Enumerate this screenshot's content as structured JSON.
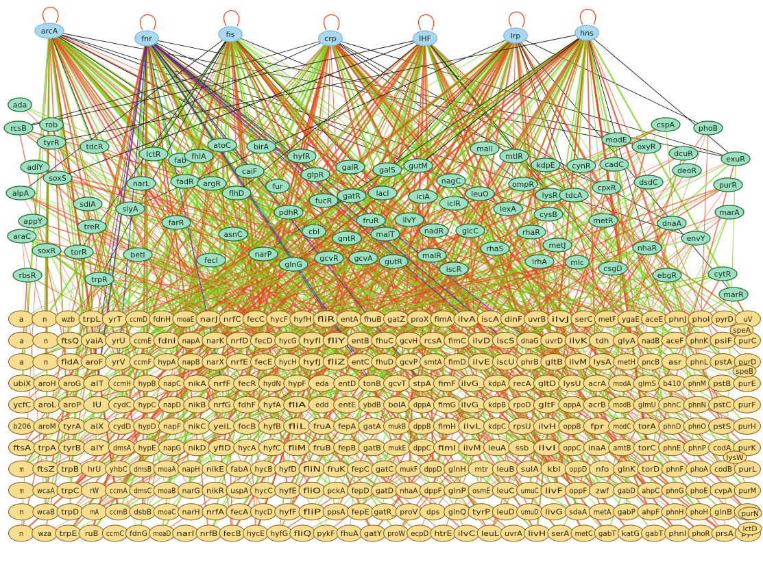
{
  "colors": {
    "activation_edge": "#7cd11d",
    "repression_edge": "#e5481f",
    "dual_edge": "#2b2fc4",
    "other_edge": "#1a1a1a",
    "global_regulator_fill": "#a9d8f0",
    "regulator_fill": "#9fe0c5",
    "regulator_stroke": "#1f6b2c",
    "target_gene_fill": "#f7dd8f",
    "target_gene_stroke": "#7a5a12"
  },
  "global_regulators": [
    "arcA",
    "fnr",
    "fis",
    "crp",
    "IHF",
    "lrp",
    "hns"
  ],
  "regulators": [
    "ada",
    "rcsB",
    "rob",
    "tyrR",
    "adiY",
    "soxS",
    "alpA",
    "appY",
    "araC",
    "soxR",
    "rbsR",
    "tdcR",
    "lctR",
    "fab",
    "fhlA",
    "atoC",
    "birA",
    "hyfR",
    "caiF",
    "fadR",
    "argR",
    "narL",
    "sdiA",
    "slyA",
    "treR",
    "torR",
    "betI",
    "trpR",
    "farR",
    "flhD",
    "fur",
    "pdhR",
    "asnC",
    "fecI",
    "cbl",
    "narP",
    "glnG",
    "glpR",
    "galR",
    "galS",
    "gutM",
    "fucR",
    "gatR",
    "lacI",
    "fruR",
    "gntR",
    "gcvR",
    "gcvA",
    "gutR",
    "malT",
    "ilvY",
    "iciA",
    "iclR",
    "nadR",
    "malR",
    "mall",
    "mtlR",
    "nagC",
    "leuO",
    "kdpE",
    "cynR",
    "ompR",
    "lexA",
    "lysR",
    "glcC",
    "cysB",
    "rhaR",
    "rhaS",
    "iscR",
    "lrhA",
    "metJ",
    "mlc",
    "tdcA",
    "modE",
    "cadC",
    "cspA",
    "oxyR",
    "dsdC",
    "cpxR",
    "metR",
    "nhaR",
    "csgD",
    "ebgR",
    "phoB",
    "dcuR",
    "deoR",
    "exuR",
    "purR",
    "marA",
    "dnaA",
    "envY",
    "cytR",
    "marR"
  ],
  "target_rows": [
    [
      "a",
      "n",
      "wzb",
      "trpL",
      "yrT",
      "ccmD",
      "fdnH",
      "moaE",
      "narJ",
      "nrfC",
      "fecC",
      "hycF",
      "hyfH",
      "fliR",
      "entA",
      "fhuB",
      "gatZ",
      "proX",
      "fimA",
      "ilvA",
      "iscA",
      "dinF",
      "uvrB",
      "ilvJ",
      "serC",
      "metF",
      "ygaE",
      "aceE",
      "phnJ",
      "phoI",
      "pyrD",
      "uV"
    ],
    [
      "a",
      "n",
      "ftsQ",
      "yaiA",
      "yrU",
      "ccmE",
      "fdnI",
      "napA",
      "narK",
      "nrfD",
      "fecD",
      "hycG",
      "hyfI",
      "fliY",
      "entB",
      "fhuC",
      "gcvH",
      "rcsA",
      "fimC",
      "ilvD",
      "iscS",
      "dnaG",
      "uvrD",
      "ilvK",
      "tdh",
      "glyA",
      "nadB",
      "aceF",
      "phnK",
      "psiF",
      "purC"
    ],
    [
      "a",
      "n",
      "fldA",
      "aroF",
      "yrV",
      "ccmF",
      "hypA",
      "napB",
      "narX",
      "nrfE",
      "fecE",
      "hycH",
      "hyfJ",
      "fliZ",
      "entC",
      "fhuD",
      "gcvP",
      "smtA",
      "fimD",
      "ilvE",
      "iscU",
      "phrB",
      "gltB",
      "ilvM",
      "lysA",
      "metH",
      "pncB",
      "asr",
      "phnL",
      "pstA",
      "purD"
    ],
    [
      "ubiX",
      "aroH",
      "aroG",
      "alT",
      "ccmH",
      "hypB",
      "napC",
      "nikA",
      "nrfF",
      "fecR",
      "hydN",
      "hypF",
      "eda",
      "entD",
      "tonB",
      "gcvT",
      "stpA",
      "fimF",
      "ilvG_",
      "kdpA",
      "recA",
      "gltD",
      "lysU",
      "acrA",
      "modA",
      "glmS",
      "b410",
      "phnM",
      "pstB",
      "purE"
    ],
    [
      "ycfC",
      "aroL",
      "aroP",
      "lU",
      "cydC",
      "hypC",
      "napD",
      "nikB",
      "nrfG",
      "fdhF",
      "hyfA",
      "fliA",
      "edd",
      "entE",
      "ybdB",
      "bolA",
      "dppA",
      "fimG",
      "ilvG_",
      "kdpB",
      "rpoD",
      "gltF",
      "oppA",
      "acrB",
      "modB",
      "glmU",
      "phnC",
      "phnN",
      "pstC",
      "purF"
    ],
    [
      "b206",
      "aroM",
      "tyrA",
      "alX",
      "cydD",
      "hypD",
      "napF",
      "nikC",
      "yeiL",
      "focB",
      "hyfB",
      "fliL",
      "fruA",
      "fepA",
      "gatA",
      "mukB",
      "dppB",
      "fimH",
      "ilvL",
      "kdpC",
      "rpsU",
      "ilvH",
      "oppB",
      "fpr",
      "modC",
      "torA",
      "phnD",
      "phnO",
      "pstS",
      "purH"
    ],
    [
      "ftsA",
      "trpA",
      "tyrB",
      "alY",
      "dmsA",
      "hypE",
      "napG",
      "nikD",
      "yfiD",
      "hycA",
      "hyfC",
      "fliM",
      "fruB",
      "fepB",
      "gatB",
      "mukE",
      "dppC",
      "fimI",
      "ilvM",
      "leuA",
      "ssb",
      "ilvI",
      "oppC",
      "inaA",
      "amtB",
      "torC",
      "phnE",
      "phnP",
      "codA",
      "purK"
    ],
    [
      "m",
      "ftsZ",
      "trpB",
      "hrU",
      "yhbC",
      "dmsB",
      "moaA",
      "napH",
      "nikE",
      "fabA",
      "hycB",
      "hyfD",
      "fliN",
      "fruK",
      "fepC",
      "gatC",
      "mukF",
      "dppD",
      "glnH",
      "mtr",
      "leuB",
      "sulA",
      "kbl",
      "oppD",
      "nfo",
      "glnK",
      "torD",
      "phnF",
      "phoA",
      "codB",
      "purL"
    ],
    [
      "m",
      "wcaA",
      "trpC",
      "rW",
      "ccmA",
      "dmsC",
      "moaB",
      "narG",
      "nikR",
      "uspA",
      "hycC",
      "hyfE",
      "fliO",
      "pckA",
      "fepD",
      "gatD",
      "nhaA",
      "dppF",
      "glnP",
      "osmE",
      "leuC",
      "umuC",
      "livF",
      "oppF",
      "zwf",
      "gabD",
      "ahpC",
      "phnG",
      "phoE",
      "cvpA",
      "purM"
    ],
    [
      "n",
      "wcaB",
      "trpD",
      "mA",
      "ccmB",
      "dsbB",
      "moaC",
      "narH",
      "nrfA",
      "fecA",
      "hycD",
      "hyfF",
      "fliP",
      "ppsA",
      "fepE",
      "gatR_",
      "proV",
      "dps",
      "glnQ",
      "tyrP",
      "leuD",
      "umuD",
      "livG",
      "sdaA",
      "metA",
      "gabP",
      "ahpF",
      "phnH",
      "phoH",
      "glnB",
      "uQ"
    ],
    [
      "n",
      "wza",
      "trpE",
      "ruB",
      "ccmC",
      "fdnG",
      "moaD",
      "narI",
      "nrfB",
      "fecB",
      "hycE",
      "hyfG",
      "fliQ",
      "pykF",
      "fhuA",
      "gatY",
      "proW",
      "ecpD",
      "htrE",
      "ilvC",
      "leuL",
      "uvrA",
      "livH",
      "serA",
      "metC",
      "gabT",
      "katG",
      "gabT",
      "phnI",
      "phoR",
      "prsA",
      "pyr"
    ]
  ],
  "overflow_labels": [
    "speA",
    "lysW",
    "speB",
    "purN",
    "lctD"
  ]
}
